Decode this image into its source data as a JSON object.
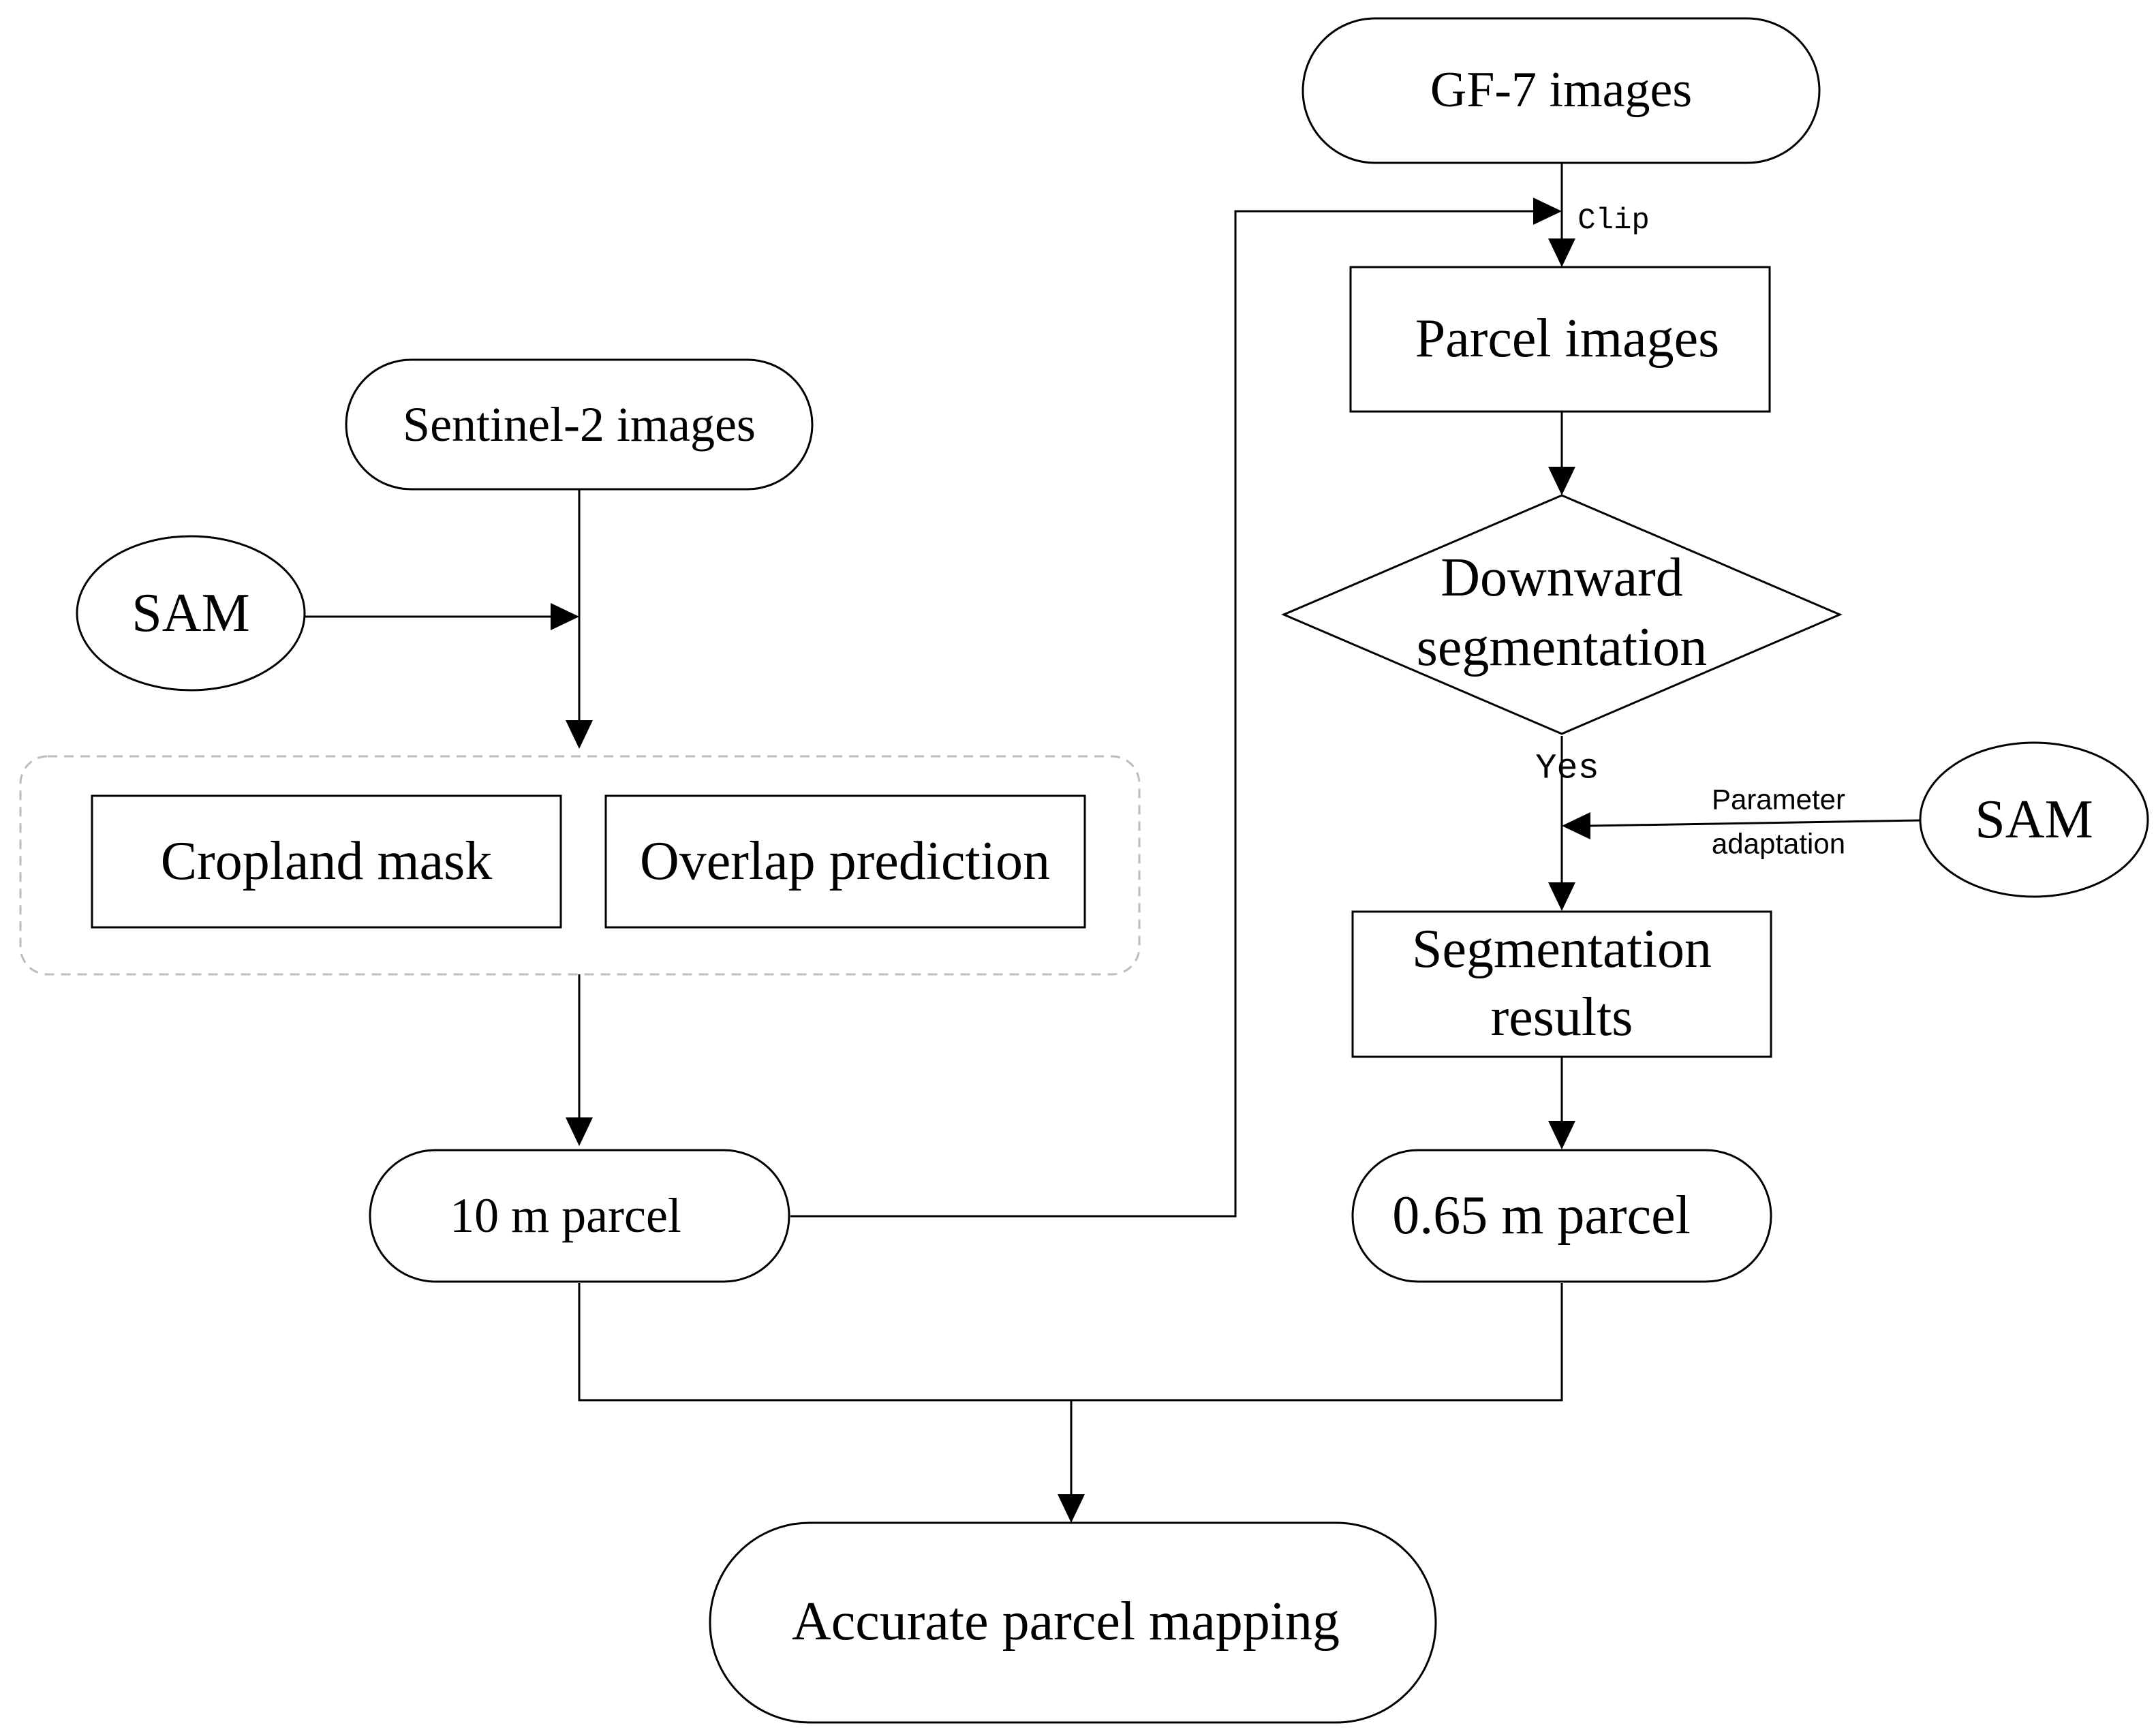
{
  "nodes": {
    "gf7": "GF-7 images",
    "parcel_images": "Parcel images",
    "decision": [
      "Downward",
      "segmentation"
    ],
    "sentinel": "Sentinel-2 images",
    "sam_left": "SAM",
    "cropland_mask": "Cropland mask",
    "overlap_prediction": "Overlap prediction",
    "parcel_10m": "10 m parcel",
    "sam_right": "SAM",
    "segmentation_results": [
      "Segmentation",
      "results"
    ],
    "parcel_065m": "0.65 m parcel",
    "accurate_mapping": "Accurate parcel mapping"
  },
  "edge_labels": {
    "clip": "Clip",
    "yes": "Yes",
    "parameter_adaptation": [
      "Parameter",
      "adaptation"
    ]
  },
  "colors": {
    "stroke": "#000000",
    "group_dash": "#bdbdbd",
    "background": "#ffffff"
  }
}
